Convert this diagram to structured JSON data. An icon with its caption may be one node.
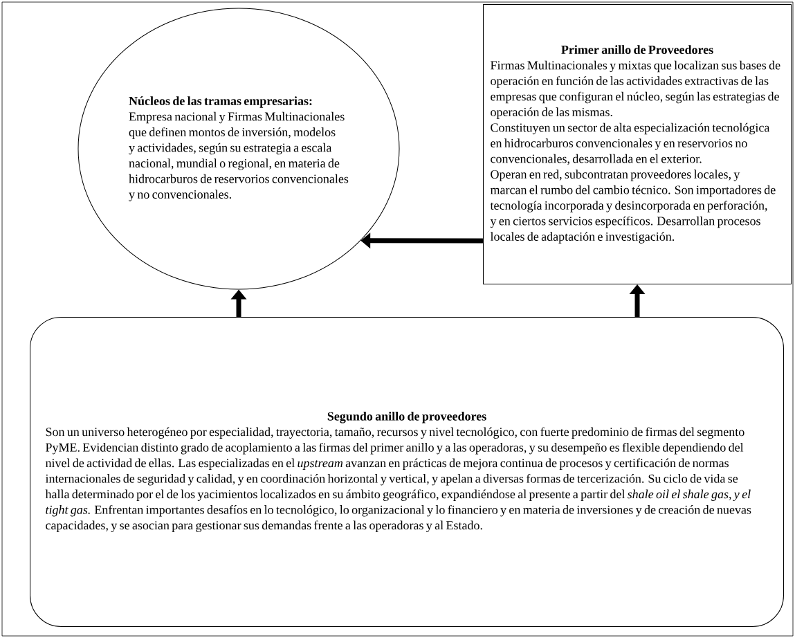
{
  "diagram": {
    "nodes": [
      {
        "text": [
          "Núcleos de las tramas empresarias:",
          "Empresa nacional y Firmas Multinacionales que definen montos de inversión, modelos y actividades, según su estrategia a escala nacional, mundial o regional, en materia de hidrocarburos de reservorios convencionales y no convencionales."
        ]
      },
      {
        "text": [
          "Primer anillo de Proveedores",
          "Firmas Multinacionales y mixtas que localizan sus bases de operación en función de las actividades extractivas de las empresas que configuran el núcleo, según las estrategias de operación de las mismas.",
          "Constituyen un sector de alta especialización tecnológica en hidrocarburos convencionales y en reservorios no convencionales, desarrollada en el exterior.",
          "Operan en red, subcontratan proveedores locales, y marcan el rumbo del cambio técnico. Son importadores de tecnología incorporada y desincorporada en perforación, y en ciertos servicios específicos. Desarrollan procesos locales de adaptación e investigación."
        ]
      },
      {
        "text": [
          "Segundo anillo de proveedores",
          "Son un universo heterogéneo por especialidad, trayectoria, tamaño, recursos y nivel tecnológico, con fuerte predominio de firmas del segmento PyME. Evidencian distinto grado de acoplamiento a las firmas del primer anillo y a las operadoras, y su desempeño es flexible dependiendo del nivel de actividad de ellas. Las especializadas en el *upstream* avanzan en prácticas de mejora continua de procesos y certificación de normas internacionales de seguridad y calidad, y en coordinación horizontal y vertical, y apelan a diversas formas de tercerización. Su ciclo de vida se halla determinado por el de los yacimientos localizados en su ámbito geográfico, expandiéndose al presente a partir del *shale oil el shale gas, y el tight gas.* Enfrentan importantes desafíos en lo tecnológico, lo organizacional y lo financiero y en materia de inversiones y de creación de nuevas capacidades, y se asocian para gestionar sus demandas frente a las operadoras y al Estado."
        ]
      }
    ],
    "edges": [
      {
        "from": 1,
        "to": 0,
        "arrow": "to"
      },
      {
        "from": 2,
        "to": 0,
        "arrow": "to"
      },
      {
        "from": 2,
        "to": 1,
        "arrow": "to"
      }
    ]
  }
}
